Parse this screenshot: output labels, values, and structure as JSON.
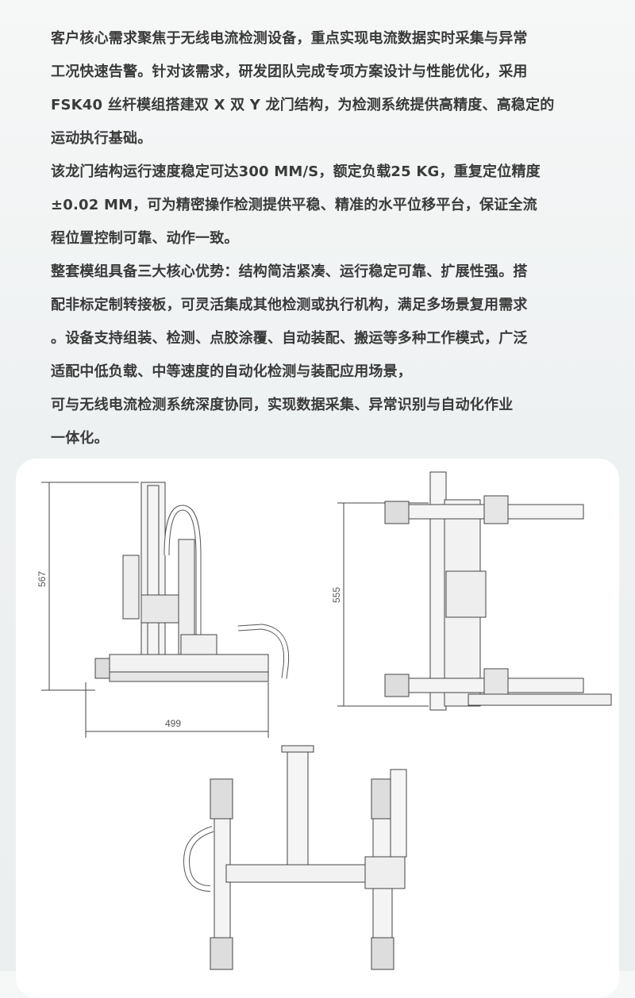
{
  "description_lines": [
    "客户核心需求聚焦于无线电流检测设备，重点实现电流数据实时采集与异常",
    "工况快速告警。针对该需求，研发团队完成专项方案设计与性能优化，采用",
    "FSK40 丝杆模组搭建双 X 双 Y 龙门结构，为检测系统提供高精度、高稳定的",
    "运动执行基础。",
    "该龙门结构运行速度稳定可达300 MM/S，额定负载25 KG，重复定位精度",
    "±0.02 MM，可为精密操作检测提供平稳、精准的水平位移平台，保证全流",
    "程位置控制可靠、动作一致。",
    "整套模组具备三大核心优势：结构简洁紧凑、运行稳定可靠、扩展性强。搭",
    "配非标定制转接板，可灵活集成其他检测或执行机构，满足多场景复用需求",
    "。设备支持组装、检测、点胶涂覆、自动装配、搬运等多种工作模式，广泛",
    "适配中低负载、中等速度的自动化检测与装配应用场景，",
    "可与无线电流检测系统深度协同，实现数据采集、异常识别与自动化作业",
    "一体化。"
  ],
  "drawings": {
    "side_view_height": "567",
    "side_view_width": "499",
    "front_view_height": "555"
  }
}
